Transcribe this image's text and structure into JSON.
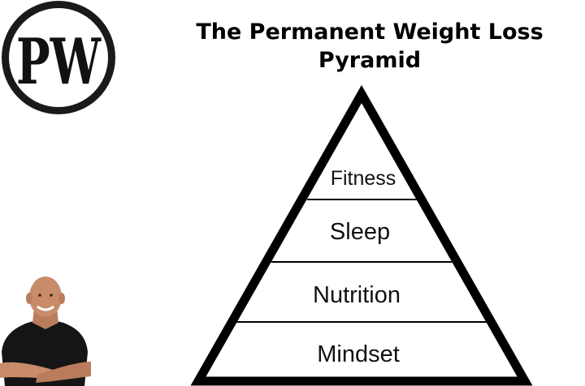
{
  "logo": {
    "text": "PW",
    "colors": {
      "ring": "#1a1a1a",
      "inner": "#ffffff",
      "letters": "#111111"
    }
  },
  "title": {
    "line1": "The Permanent Weight Loss",
    "line2": "Pyramid"
  },
  "pyramid": {
    "tiers_top_to_bottom": [
      "Fitness",
      "Sleep",
      "Nutrition",
      "Mindset"
    ],
    "colors": {
      "stroke": "#000000",
      "fill": "#ffffff",
      "text": "#111111"
    }
  },
  "presenter": {
    "icon": "person-photo-icon",
    "colors": {
      "skin": "#c98c6b",
      "shirt": "#151515"
    }
  }
}
